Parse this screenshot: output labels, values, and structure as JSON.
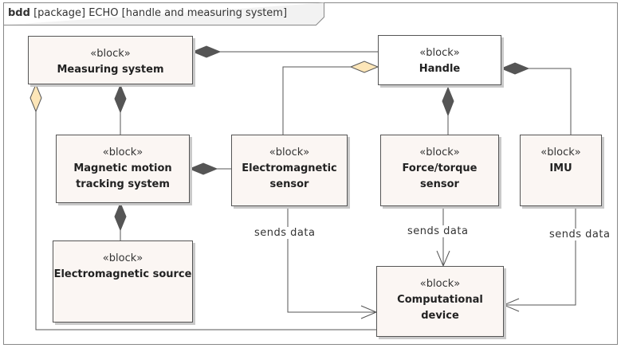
{
  "frame": {
    "kind": "bdd",
    "title": "[package] ECHO [handle and measuring system]"
  },
  "stereotype": "«block»",
  "blocks": {
    "measuring_system": "Measuring system",
    "handle": "Handle",
    "magnetic_motion": [
      "Magnetic motion",
      "tracking system"
    ],
    "em_sensor": [
      "Electromagnetic",
      "sensor"
    ],
    "force_sensor": "Force/torque sensor",
    "imu": "IMU",
    "em_source": "Electromagnetic source",
    "computational_device": "Computational device"
  },
  "connector_labels": {
    "em_sensor": "sends data",
    "force_sensor": "sends data",
    "imu": "sends data"
  },
  "colors": {
    "block_fill": "#fbf6f3",
    "border": "#555555",
    "composite_diamond": "#555555",
    "shared_diamond": "#fde6b8"
  }
}
